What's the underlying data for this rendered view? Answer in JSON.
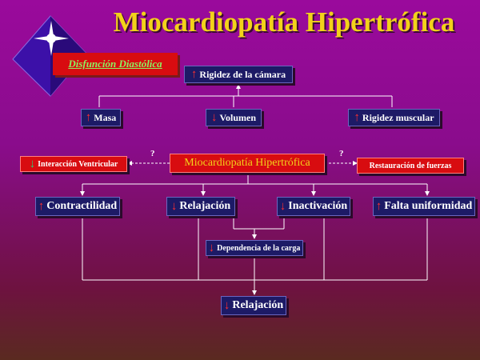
{
  "title": "Miocardiopatía  Hipertrófica",
  "badge": "Disfunción  Diastólica",
  "boxes": {
    "rigidez_camara": "Rigidez de la cámara",
    "masa": "Masa",
    "volumen": "Volumen",
    "rigidez_muscular": "Rigidez muscular",
    "interaccion": "Interacción Ventricular",
    "central": "Miocardiopatía  Hipertrófica",
    "restauracion": "Restauración de fuerzas",
    "contractilidad": "Contractilidad",
    "relajacion": "Relajación",
    "inactivacion": "Inactivación",
    "falta_uniformidad": "Falta uniformidad",
    "dependencia": "Dependencia de la carga",
    "relajacion_final": "Relajación"
  },
  "question_marks": [
    "?",
    "?"
  ],
  "colors": {
    "up_arrow": "#ff3030",
    "down_arrow": "#ff3030",
    "down_arrow_green": "#2ad07a",
    "title": "#f2d21a"
  }
}
